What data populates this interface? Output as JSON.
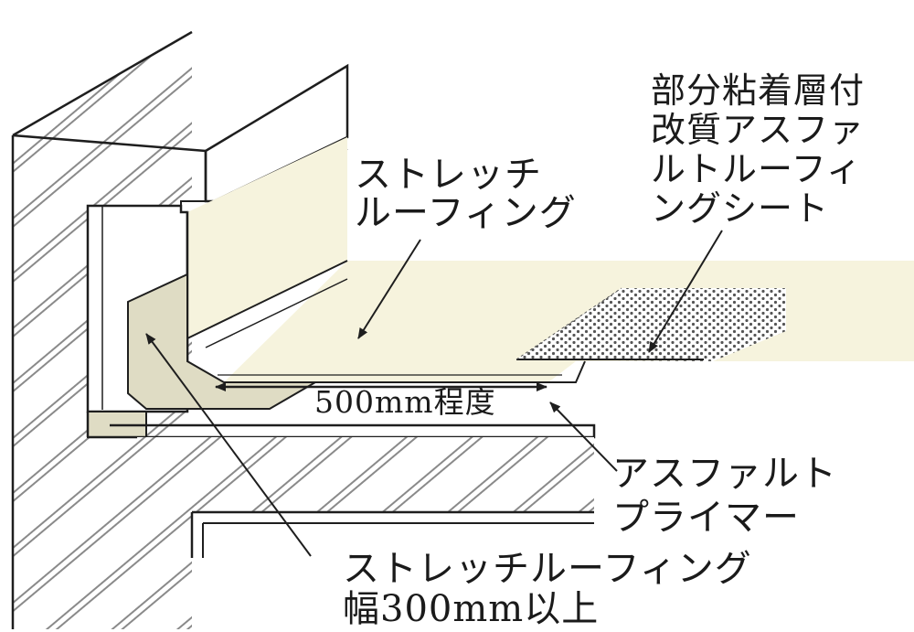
{
  "labels": {
    "stretch_main": "ストレッチ\nルーフィング",
    "partial_sheet": "部分粘着層付\n改質アスファ\nルトルーフィ\nングシート",
    "primer": "アスファルト\nプライマー",
    "stretch_strip": "ストレッチルーフィング\n幅300mm以上",
    "dimension": "500mm程度"
  },
  "colors": {
    "line": "#1e1e1e",
    "membrane": "#f6f3dd",
    "strip": "#dfdcc4",
    "hatch": "#8a8a8a",
    "dots": "#555555"
  }
}
